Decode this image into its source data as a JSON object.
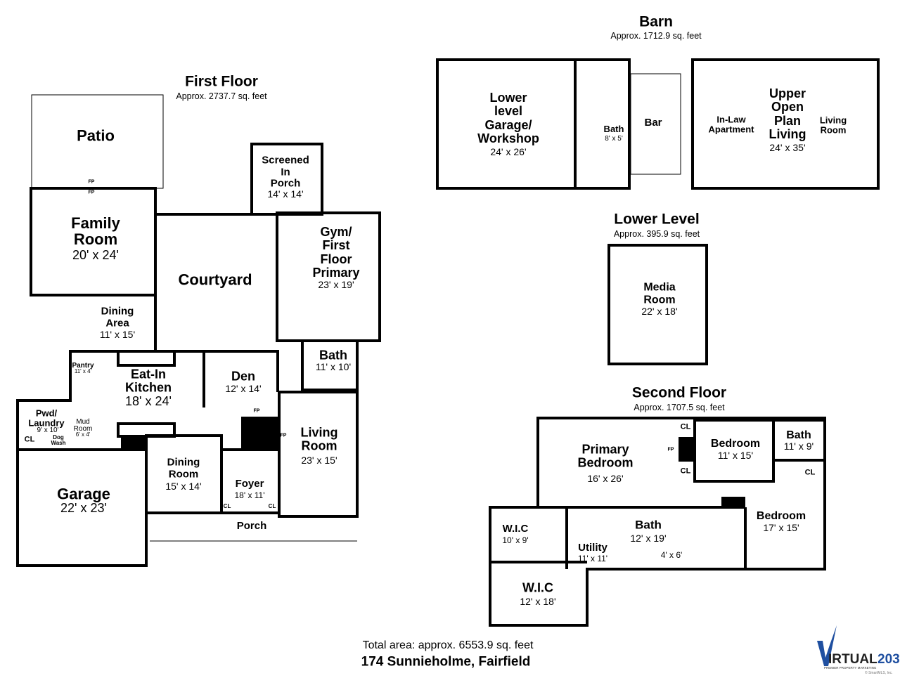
{
  "first_floor": {
    "title": "First Floor",
    "area": "Approx. 2737.7 sq. feet",
    "patio": "Patio",
    "fp_label": "FP",
    "cl_label": "CL",
    "family_room": {
      "name": "Family\nRoom",
      "dims": "20' x 24'"
    },
    "screened_porch": {
      "name": "Screened\nIn\nPorch",
      "dims": "14' x 14'"
    },
    "courtyard": "Courtyard",
    "gym": {
      "name": "Gym/\nFirst\nFloor\nPrimary",
      "dims": "23' x 19'"
    },
    "dining_area": {
      "name": "Dining\nArea",
      "dims": "11' x 15'"
    },
    "pantry": {
      "name": "Pantry",
      "dims": "11' x 4'"
    },
    "kitchen": {
      "name": "Eat-In\nKitchen",
      "dims": "18' x 24'"
    },
    "den": {
      "name": "Den",
      "dims": "12' x 14'"
    },
    "bath": {
      "name": "Bath",
      "dims": "11' x 10'"
    },
    "laundry": {
      "name": "Pwd/\nLaundry",
      "dims": "9' x 10'"
    },
    "mud_room": {
      "name": "Mud\nRoom",
      "dims": "6' x 4'"
    },
    "dog_wash": "Dog\nWash",
    "living_room": {
      "name": "Living\nRoom",
      "dims": "23' x 15'"
    },
    "garage": {
      "name": "Garage",
      "dims": "22' x 23'"
    },
    "dining_room": {
      "name": "Dining\nRoom",
      "dims": "15' x 14'"
    },
    "foyer": {
      "name": "Foyer",
      "dims": "18' x 11'"
    },
    "porch": "Porch"
  },
  "barn": {
    "title": "Barn",
    "area": "Approx. 1712.9 sq. feet",
    "garage": {
      "name": "Lower\nlevel\nGarage/\nWorkshop",
      "dims": "24' x 26'"
    },
    "bath": {
      "name": "Bath",
      "dims": "8' x 5'"
    },
    "bar": "Bar",
    "in_law": "In-Law\nApartment",
    "upper": {
      "name": "Upper\nOpen\nPlan\nLiving",
      "dims": "24' x 35'"
    },
    "living_room": "Living\nRoom"
  },
  "lower_level": {
    "title": "Lower Level",
    "area": "Approx. 395.9 sq. feet",
    "media": {
      "name": "Media\nRoom",
      "dims": "22' x 18'"
    }
  },
  "second_floor": {
    "title": "Second Floor",
    "area": "Approx. 1707.5 sq. feet",
    "cl_label": "CL",
    "fp_label": "FP",
    "primary": {
      "name": "Primary\nBedroom",
      "dims": "16' x 26'"
    },
    "bedroom1": {
      "name": "Bedroom",
      "dims": "11' x 15'"
    },
    "bath1": {
      "name": "Bath",
      "dims": "11' x 9'"
    },
    "bedroom2": {
      "name": "Bedroom",
      "dims": "17' x 15'"
    },
    "wic1": {
      "name": "W.I.C",
      "dims": "10' x 9'"
    },
    "bath2": {
      "name": "Bath",
      "dims": "12' x 19'"
    },
    "utility": {
      "name": "Utility",
      "dims": "11' x 11'"
    },
    "small_bath": "4' x 6'",
    "wic2": {
      "name": "W.I.C",
      "dims": "12' x 18'"
    }
  },
  "footer": {
    "total": "Total area: approx. 6553.9 sq. feet",
    "address": "174 Sunnieholme, Fairfield"
  },
  "logo": {
    "text": "VIRTUAL203",
    "tagline": "PREMIER PROPERTY MARKETING",
    "copyright": "© SmartMLS, Inc."
  },
  "colors": {
    "wall": "#000000",
    "logo_blue": "#1f4fa0"
  }
}
